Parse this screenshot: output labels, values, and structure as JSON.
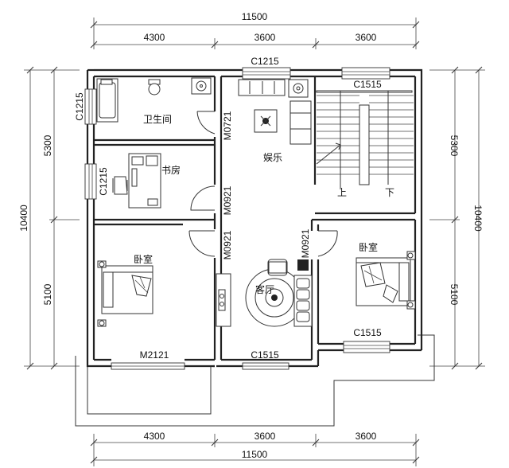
{
  "dimensions": {
    "top_total": "11500",
    "top_segments": [
      "4300",
      "3600",
      "3600"
    ],
    "bottom_total": "11500",
    "bottom_segments": [
      "4300",
      "3600",
      "3600"
    ],
    "left_total": "10400",
    "left_segments": [
      "5300",
      "5100"
    ],
    "right_total": "10400",
    "right_segments": [
      "5300",
      "5100"
    ]
  },
  "rooms": {
    "bathroom": "卫生间",
    "study": "书房",
    "entertainment": "娱乐",
    "bedroom_left": "卧室",
    "bedroom_right": "卧室",
    "living": "客厅"
  },
  "labels": {
    "window_top": "C1215",
    "window_bath": "C1215",
    "window_study": "C1215",
    "window_stair": "C1515",
    "window_living": "C1515",
    "window_bed_right": "C1515",
    "door_bath": "M0721",
    "door_study": "M0921",
    "door_bed_left": "M0921",
    "door_bed_right": "M0921",
    "door_balcony": "M2121"
  },
  "stairs": {
    "up": "上",
    "down": "下"
  }
}
